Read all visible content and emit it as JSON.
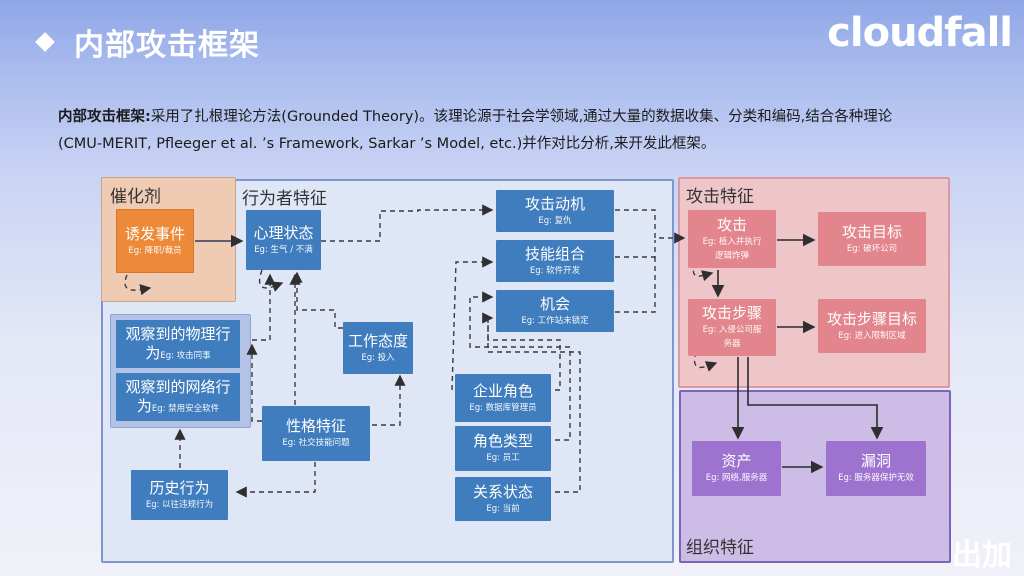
{
  "header": {
    "title": "内部攻击框架",
    "logo": "cloudfall"
  },
  "intro": {
    "lead": "内部攻击框架:",
    "line1": "采用了扎根理论方法(Grounded Theory)。该理论源于社会学领域,通过大量的数据收集、分类和编码,结合各种理论",
    "line2": "(CMU-MERIT, Pfleeger et al. ’s Framework, Sarkar ’s Model, etc.)并作对比分析,来开发此框架。"
  },
  "regions": {
    "catalyst": "催化剂",
    "actor": "行为者特征",
    "attack": "攻击特征",
    "org": "组织特征"
  },
  "nodes": {
    "trigger": {
      "title": "诱发事件",
      "eg": "Eg: 降职/裁员"
    },
    "psych": {
      "title": "心理状态",
      "eg": "Eg: 生气 / 不满"
    },
    "motive": {
      "title": "攻击动机",
      "eg": "Eg: 复仇"
    },
    "skills": {
      "title": "技能组合",
      "eg": "Eg: 软件开发"
    },
    "opportunity": {
      "title": "机会",
      "eg": "Eg: 工作站未锁定"
    },
    "observed_physical": {
      "title": "观察到的物理行为",
      "title_a": "观察到的物理行",
      "title_b": "为",
      "eg": "Eg: 攻击同事"
    },
    "observed_network": {
      "title": "观察到的网络行为",
      "title_a": "观察到的网络行",
      "title_b": "为",
      "eg": "Eg: 禁用安全软件"
    },
    "attitude": {
      "title": "工作态度",
      "eg": "Eg: 投入"
    },
    "personality": {
      "title": "性格特征",
      "eg": "Eg: 社交技能问题"
    },
    "history": {
      "title": "历史行为",
      "eg": "Eg: 以往违规行为"
    },
    "org_role": {
      "title": "企业角色",
      "eg": "Eg: 数据库管理员"
    },
    "role_type": {
      "title": "角色类型",
      "eg": "Eg: 员工"
    },
    "relation": {
      "title": "关系状态",
      "eg": "Eg: 当前"
    },
    "attack": {
      "title": "攻击",
      "eg_a": "Eg: 植入并执行",
      "eg_b": "逻辑炸弹"
    },
    "attack_target": {
      "title": "攻击目标",
      "eg": "Eg: 破坏公司"
    },
    "attack_step": {
      "title": "攻击步骤",
      "eg_a": "Eg: 入侵公司服",
      "eg_b": "务器"
    },
    "step_target": {
      "title": "攻击步骤目标",
      "eg": "Eg: 进入限制区域"
    },
    "asset": {
      "title": "资产",
      "eg": "Eg: 网络,服务器"
    },
    "vuln": {
      "title": "漏洞",
      "eg": "Eg: 服务器保护无效"
    }
  },
  "footer": {
    "corner": "出加"
  },
  "colors": {
    "blue_node": "#3f7dbf",
    "orange_node": "#ec8a39",
    "pink_node": "#e3858c",
    "purple_node": "#9d73cf"
  }
}
